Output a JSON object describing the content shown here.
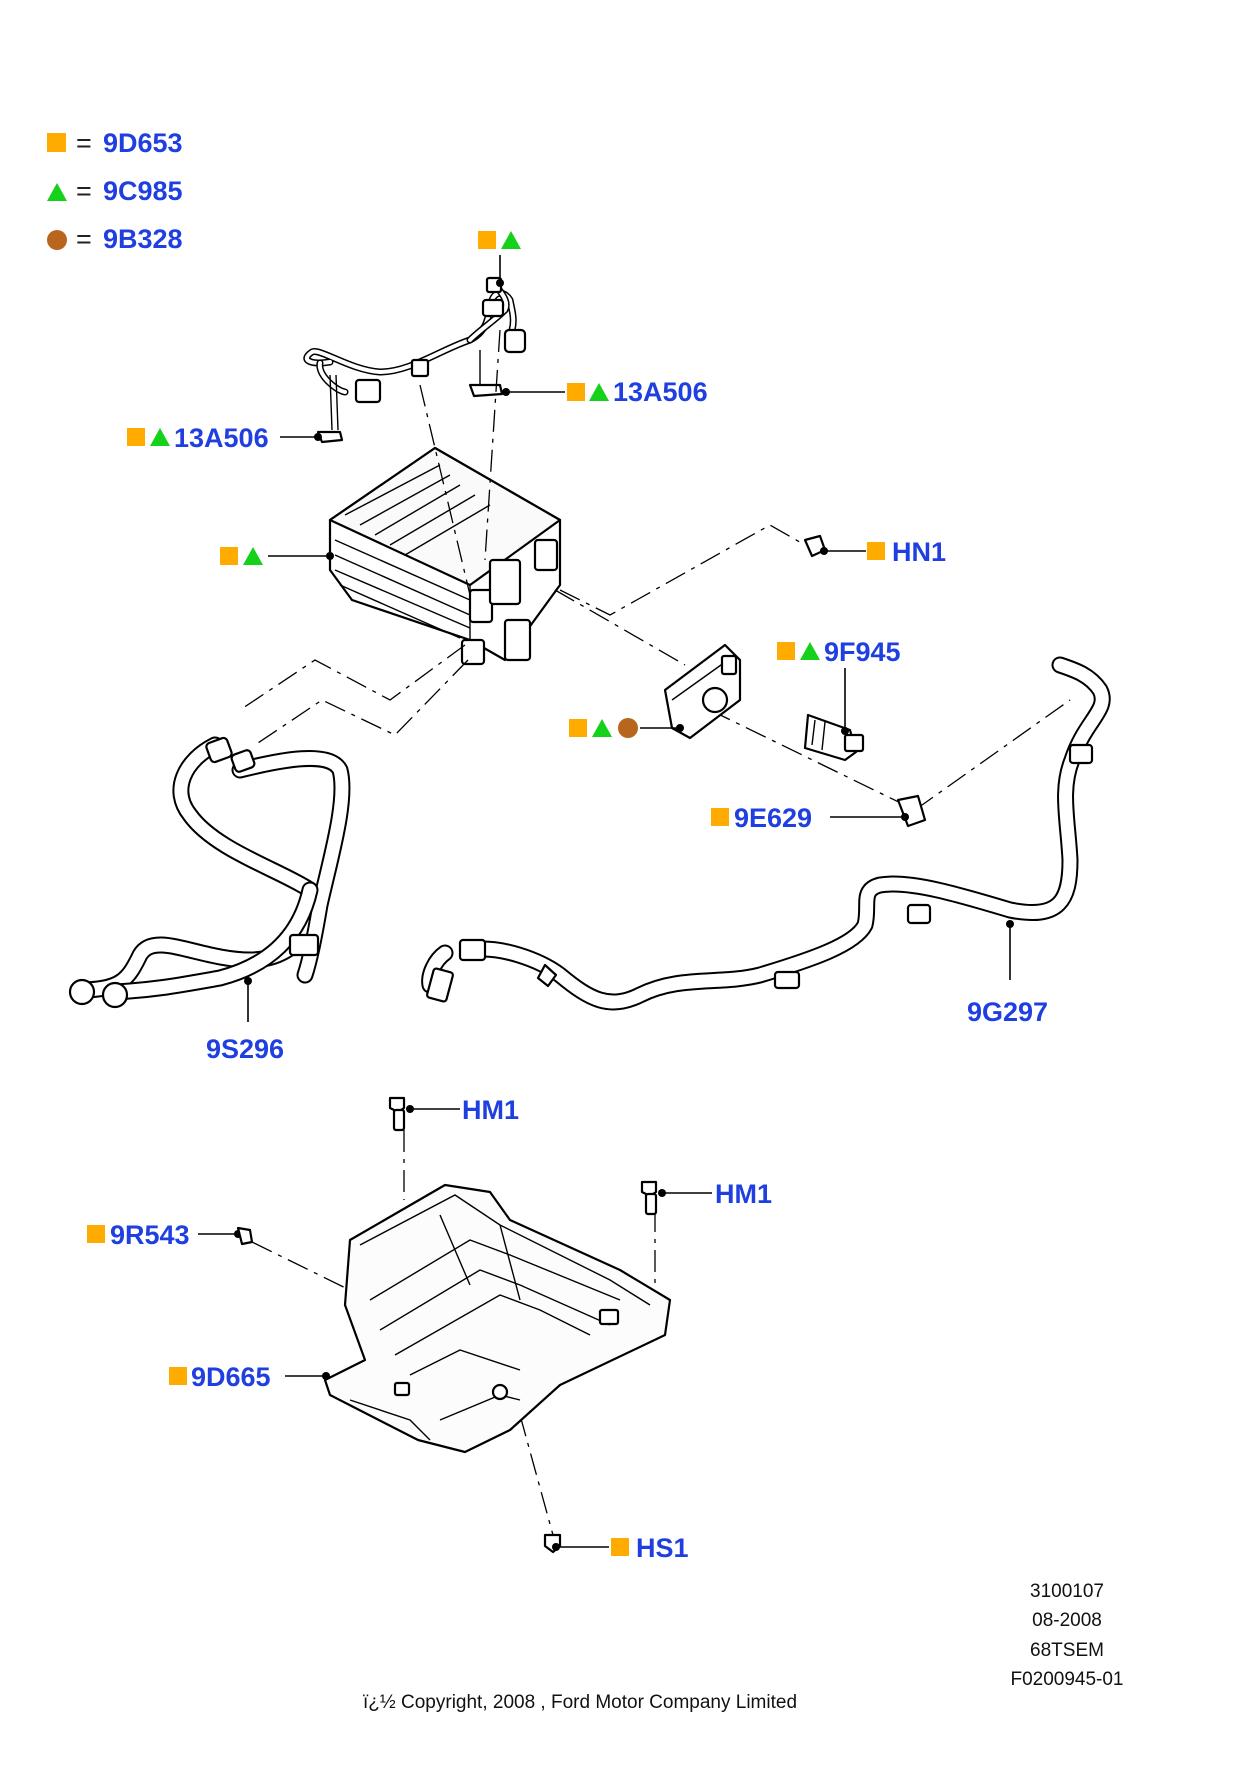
{
  "legend": [
    {
      "symbol": "square",
      "color": "#ffab00",
      "equals": "=",
      "code": "9D653"
    },
    {
      "symbol": "triangle",
      "color": "#15d11a",
      "equals": "=",
      "code": "9C985"
    },
    {
      "symbol": "circle",
      "color": "#b8651d",
      "equals": "=",
      "code": "9B328"
    }
  ],
  "callouts": {
    "wire_top_marks": "",
    "harness_clip_right": "13A506",
    "harness_clip_left": "13A506",
    "canister": "",
    "hn1": "HN1",
    "valve": "9F945",
    "filter": "",
    "connector_9e629": "9E629",
    "hose_9s296": "9S296",
    "hose_9g297": "9G297",
    "bolt_hm1_a": "HM1",
    "bolt_hm1_b": "HM1",
    "clip_9r543": "9R543",
    "shield_9d665": "9D665",
    "screw_hs1": "HS1"
  },
  "footer": {
    "ref_number": "3100107",
    "date": "08-2008",
    "model_code": "68TSEM",
    "figure_id": "F0200945-01",
    "copyright": "ï¿½ Copyright, 2008 , Ford Motor Company Limited"
  }
}
